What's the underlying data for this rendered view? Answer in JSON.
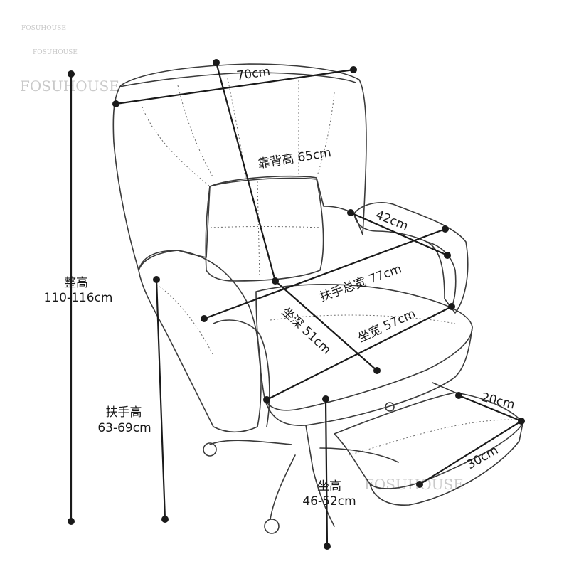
{
  "watermarks": [
    "FOSUHOUSE",
    "FOSUHOUSE",
    "FOSUHOUSE",
    "FOSUHOUSE"
  ],
  "dimensions": {
    "backrest_width": "70cm",
    "backrest_height": "靠背高 65cm",
    "armrest_depth": "42cm",
    "armrest_total_width": "扶手总宽 77cm",
    "seat_depth": "坐深 51cm",
    "seat_width": "坐宽 57cm",
    "total_height_title": "整高",
    "total_height_value": "110-116cm",
    "armrest_height_title": "扶手高",
    "armrest_height_value": "63-69cm",
    "footrest_width": "20cm",
    "footrest_length": "30cm",
    "seat_height_title": "坐高",
    "seat_height_value": "46-52cm"
  }
}
